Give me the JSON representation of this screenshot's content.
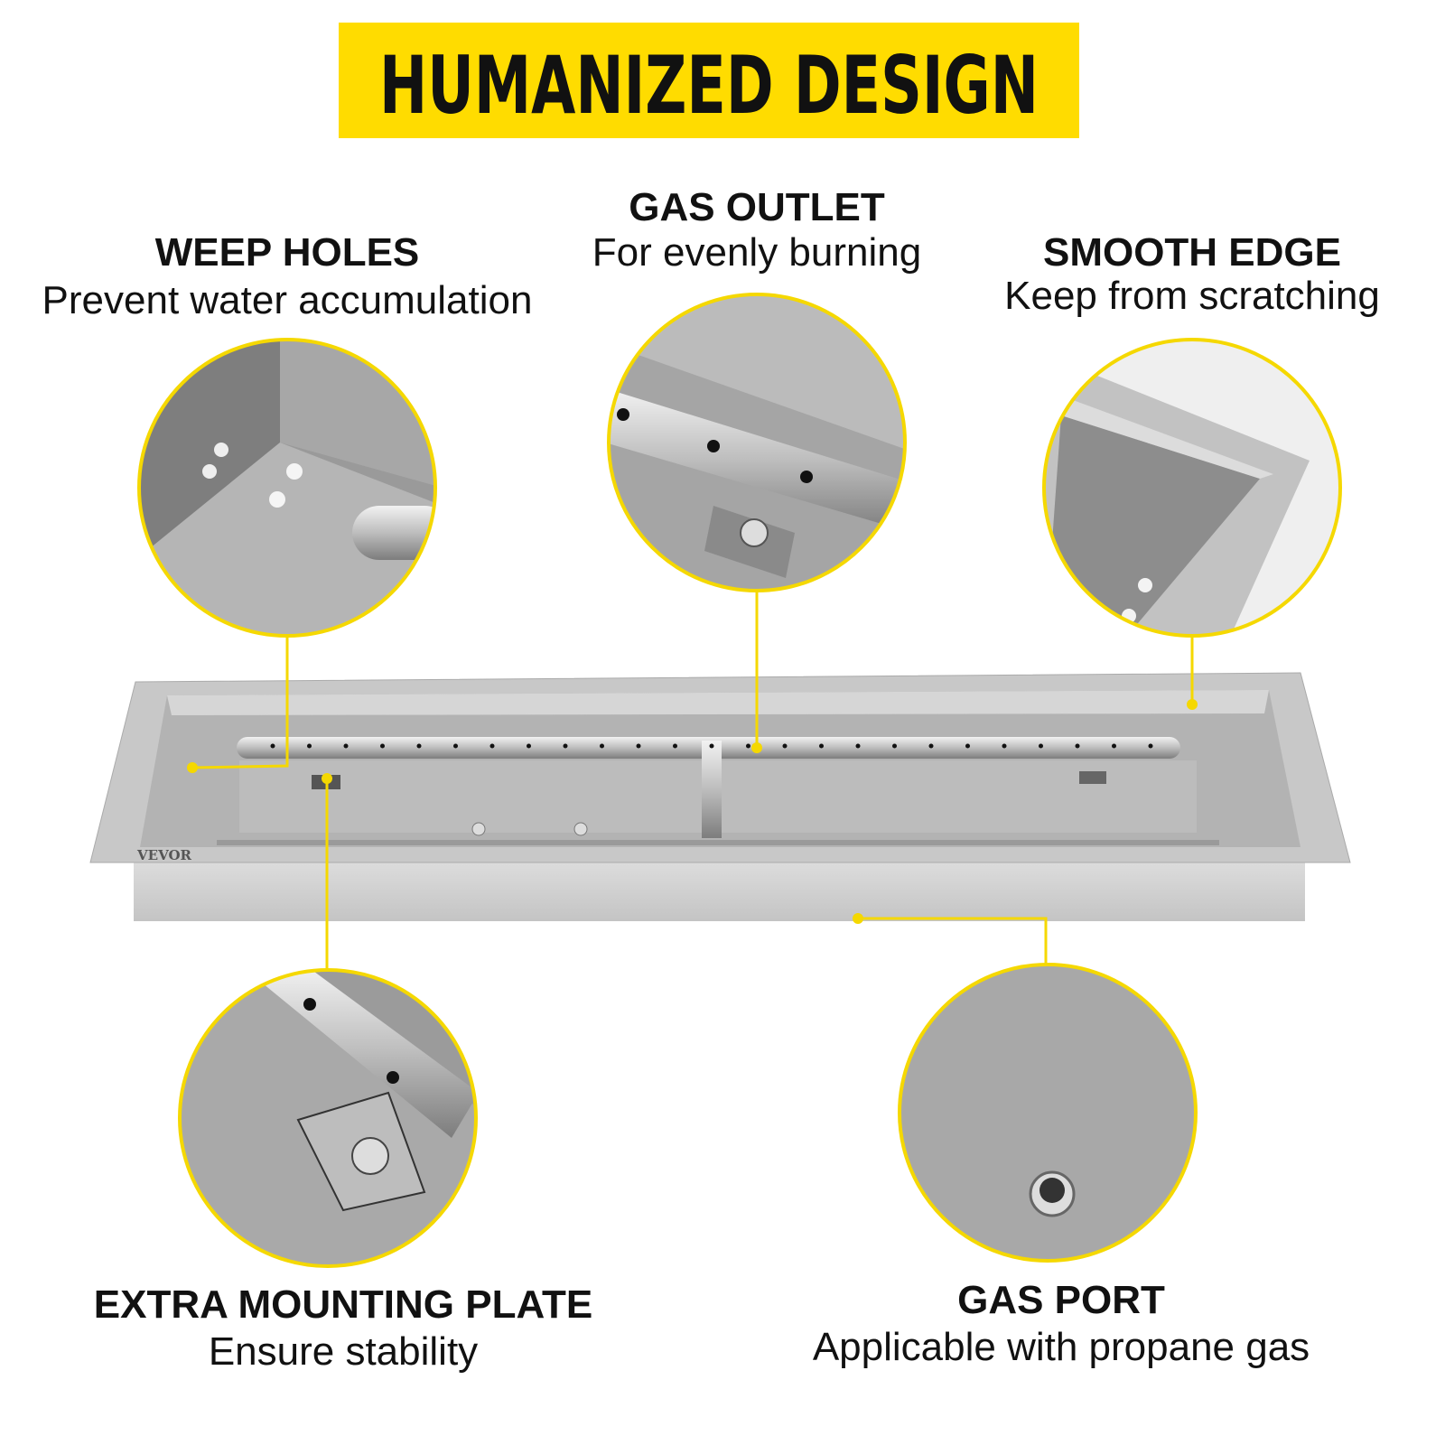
{
  "header": {
    "title": "HUMANIZED DESIGN",
    "bg_color": "#FFDC00"
  },
  "accent_color": "#F5D800",
  "brand": {
    "logo_text": "VEVOR"
  },
  "features": [
    {
      "title": "WEEP HOLES",
      "subtitle": "Prevent water accumulation"
    },
    {
      "title": "GAS OUTLET",
      "subtitle": "For evenly burning"
    },
    {
      "title": "SMOOTH EDGE",
      "subtitle": "Keep from scratching"
    },
    {
      "title": "EXTRA MOUNTING PLATE",
      "subtitle": "Ensure stability"
    },
    {
      "title": "GAS PORT",
      "subtitle": "Applicable with propane gas"
    }
  ]
}
